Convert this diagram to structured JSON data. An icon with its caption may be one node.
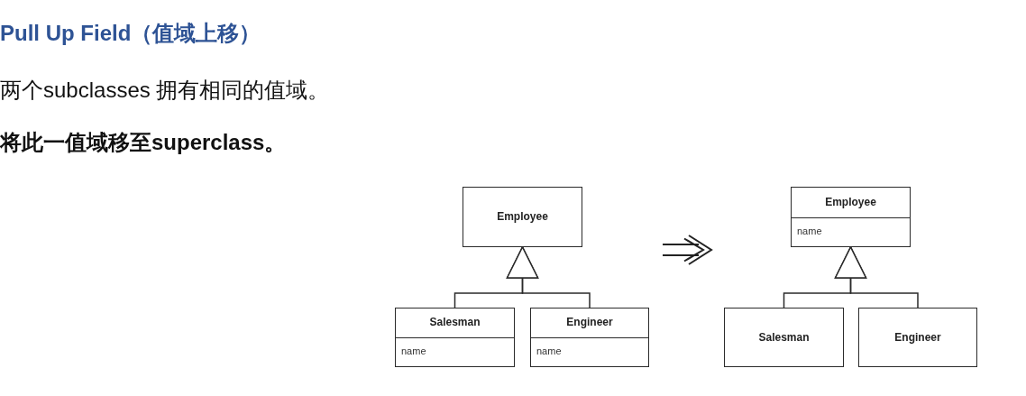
{
  "diagram": {
    "title": "Pull Up Field（值域上移）",
    "nodes": [
      {
        "text": [
          "Employee"
        ]
      },
      {
        "text": [
          "Salesman",
          "name"
        ]
      },
      {
        "text": [
          "Engineer",
          "name"
        ]
      },
      {
        "text": [
          "Employee",
          "name"
        ]
      },
      {
        "text": [
          "Salesman"
        ]
      },
      {
        "text": [
          "Engineer"
        ]
      }
    ],
    "edges": [
      {
        "from": 1,
        "to": 0,
        "arrow": "to"
      },
      {
        "from": 2,
        "to": 0,
        "arrow": "to"
      },
      {
        "from": 4,
        "to": 3,
        "arrow": "to"
      },
      {
        "from": 5,
        "to": 3,
        "arrow": "to"
      }
    ],
    "labels": [
      "两个subclasses 拥有相同的值域。",
      "将此一值域移至superclass。"
    ]
  }
}
